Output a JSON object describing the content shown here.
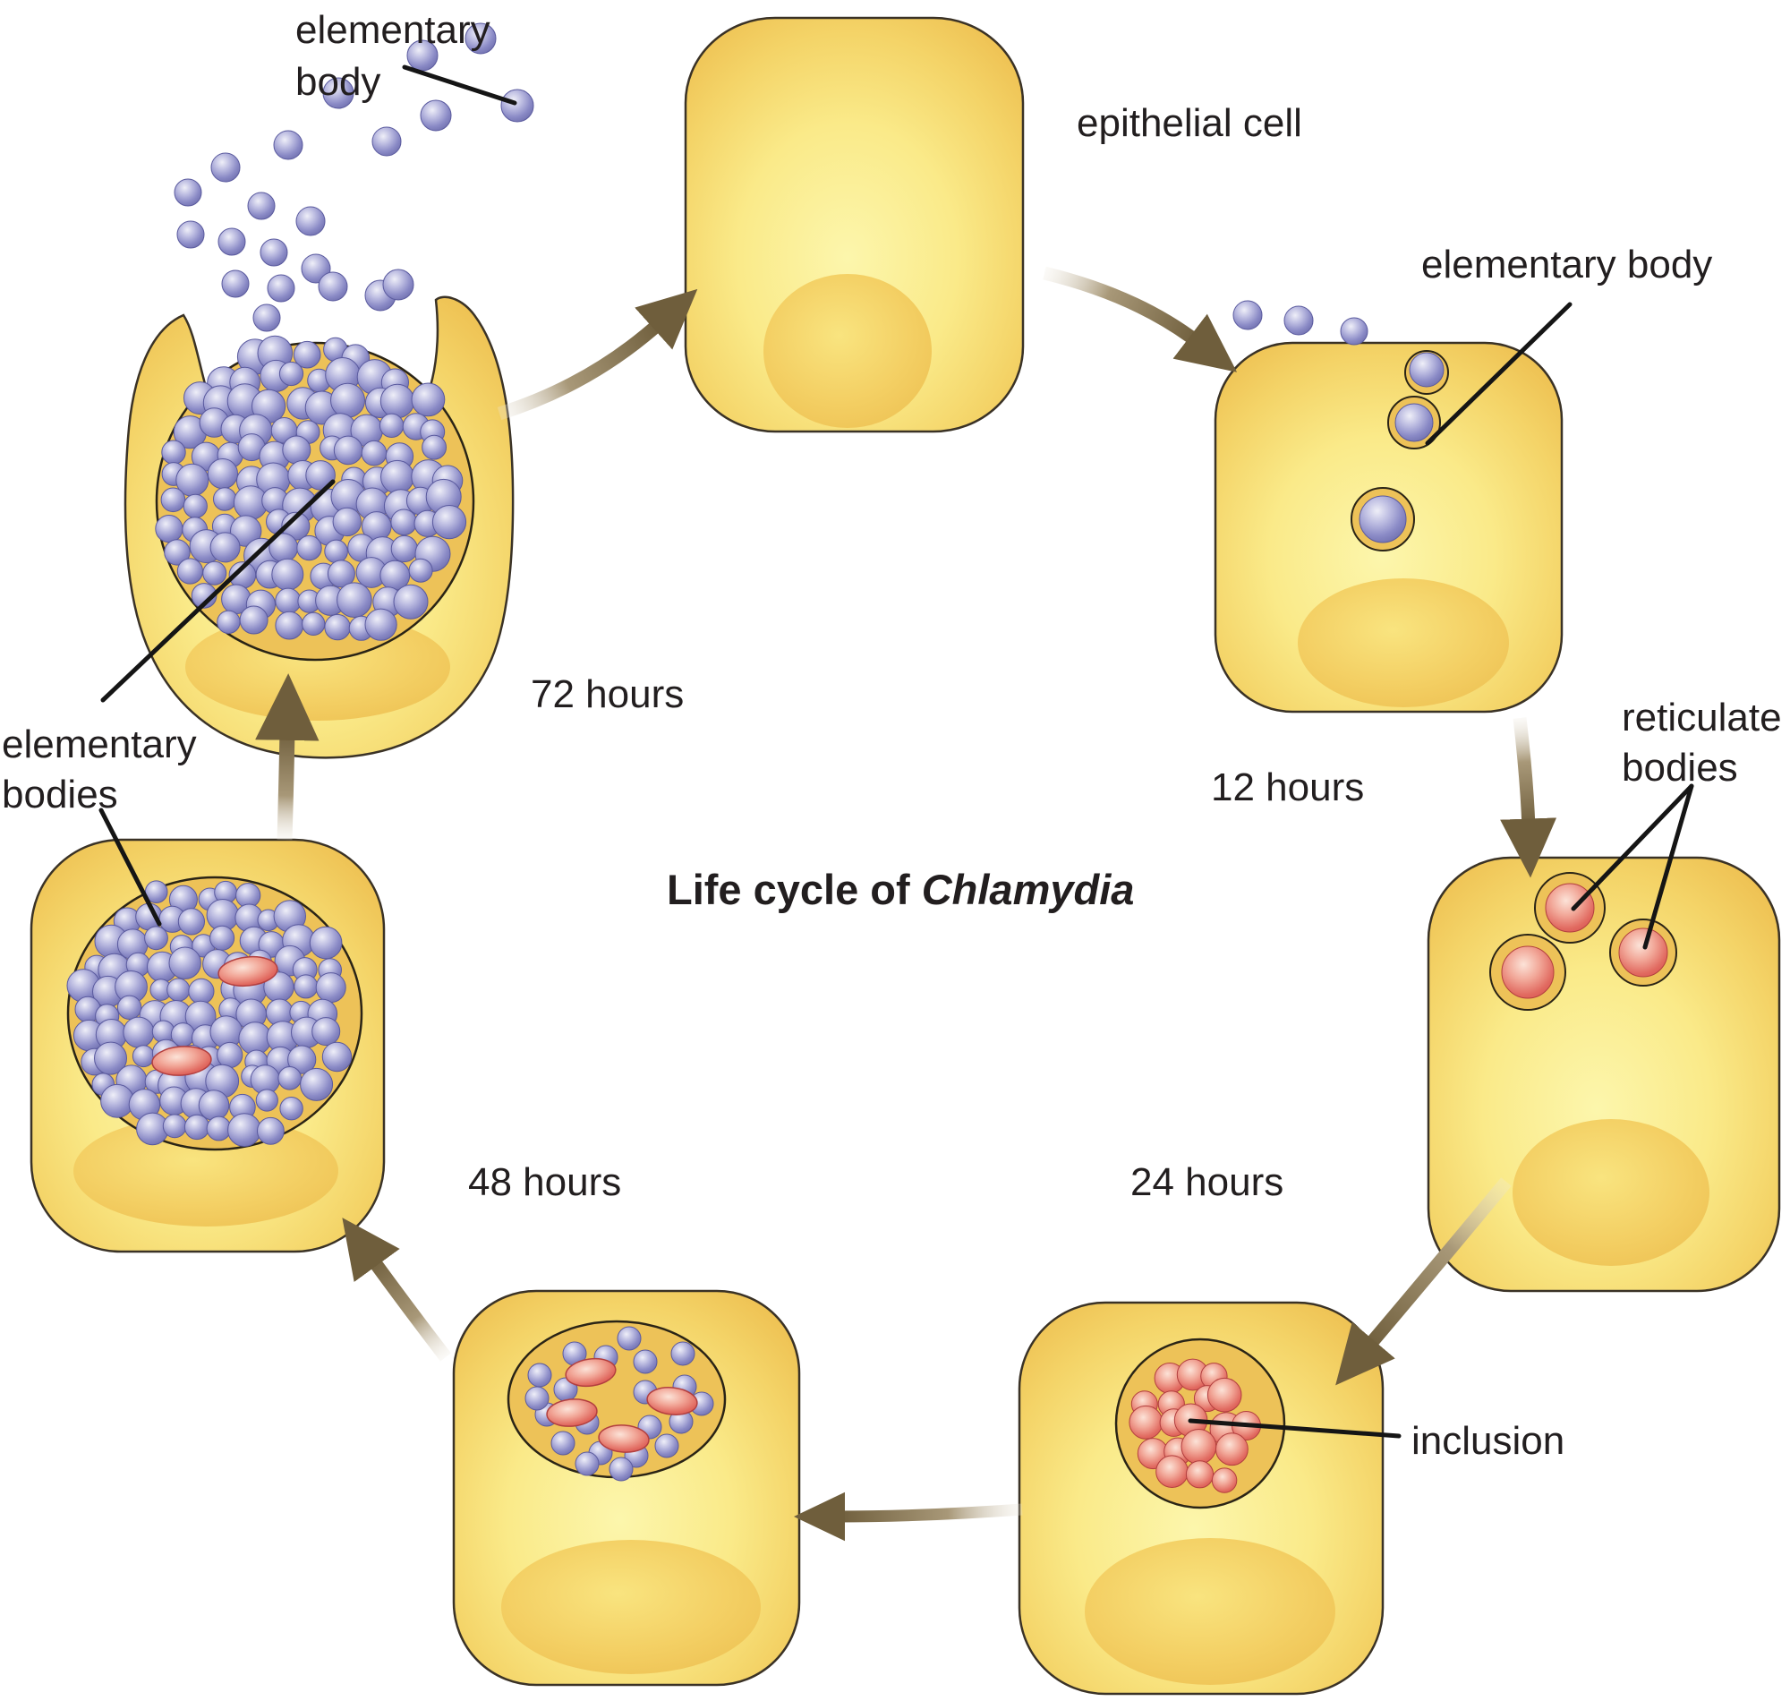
{
  "diagram_title": {
    "prefix": "Life cycle of ",
    "species": "Chlamydia"
  },
  "labels": {
    "elementary_body_top_line1": "elementary",
    "elementary_body_top_line2": "body",
    "epithelial_cell": "epithelial cell",
    "elementary_body_right": "elementary body",
    "reticulate_bodies_line1": "reticulate",
    "reticulate_bodies_line2": "bodies",
    "inclusion": "inclusion",
    "elementary_bodies_left_line1": "elementary",
    "elementary_bodies_left_line2": "bodies"
  },
  "timestamps": {
    "hours_12": "12 hours",
    "hours_24": "24 hours",
    "hours_48": "48 hours",
    "hours_72": "72 hours"
  },
  "colors": {
    "cell_edge_gold": "#EDBE4F",
    "cell_center_yellow": "#FCF6AC",
    "inclusion_fill": "#EDC258",
    "elementary_body_purple": "#8A8AC6",
    "reticulate_body_red": "#E16A60",
    "arrow_brown": "#6F5E3C",
    "outline": "#3A3226",
    "text": "#221E1F"
  }
}
